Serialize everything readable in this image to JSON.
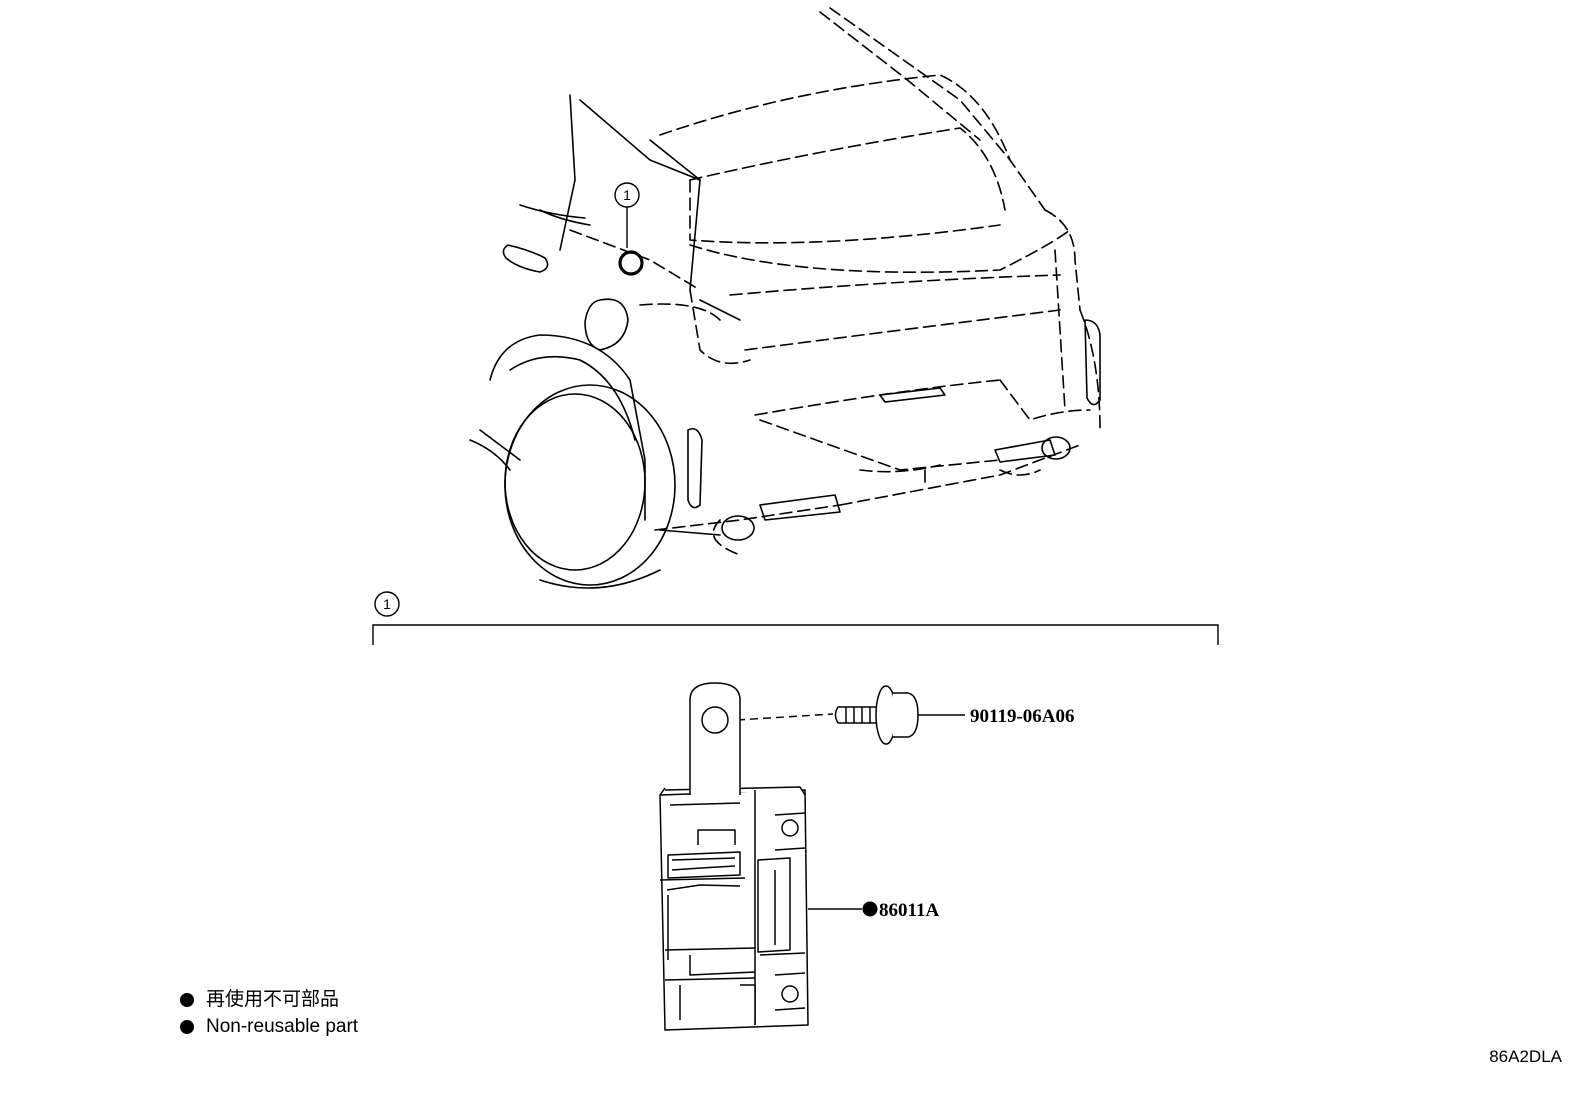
{
  "callout": {
    "number": "1"
  },
  "section": {
    "number": "1"
  },
  "parts": [
    {
      "number": "90119-06A06"
    },
    {
      "number": "86011A",
      "non_reusable": true
    }
  ],
  "legend": {
    "items": [
      {
        "text": "再使用不可部品"
      },
      {
        "text": "Non-reusable part"
      }
    ]
  },
  "diagram_code": "86A2DLA"
}
